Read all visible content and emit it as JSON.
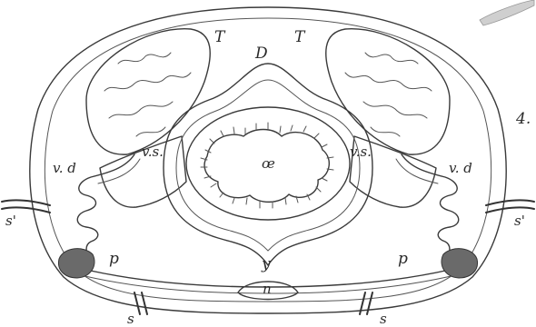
{
  "figure": {
    "number": "4.",
    "labels": {
      "testis_left": "T",
      "testis_right": "T",
      "dorsal": "D",
      "oesophagus": "œ",
      "vesicula_left": "v.s.",
      "vesicula_right": "v.s.",
      "vas_deferens_left": "v. d",
      "vas_deferens_right": "v. d",
      "segmental_left": "s'",
      "segmental_right": "s'",
      "pore_left": "p",
      "pore_right": "p",
      "ventral_y": "y",
      "nerve_cord": "n",
      "seta_left": "s",
      "seta_right": "s"
    }
  }
}
